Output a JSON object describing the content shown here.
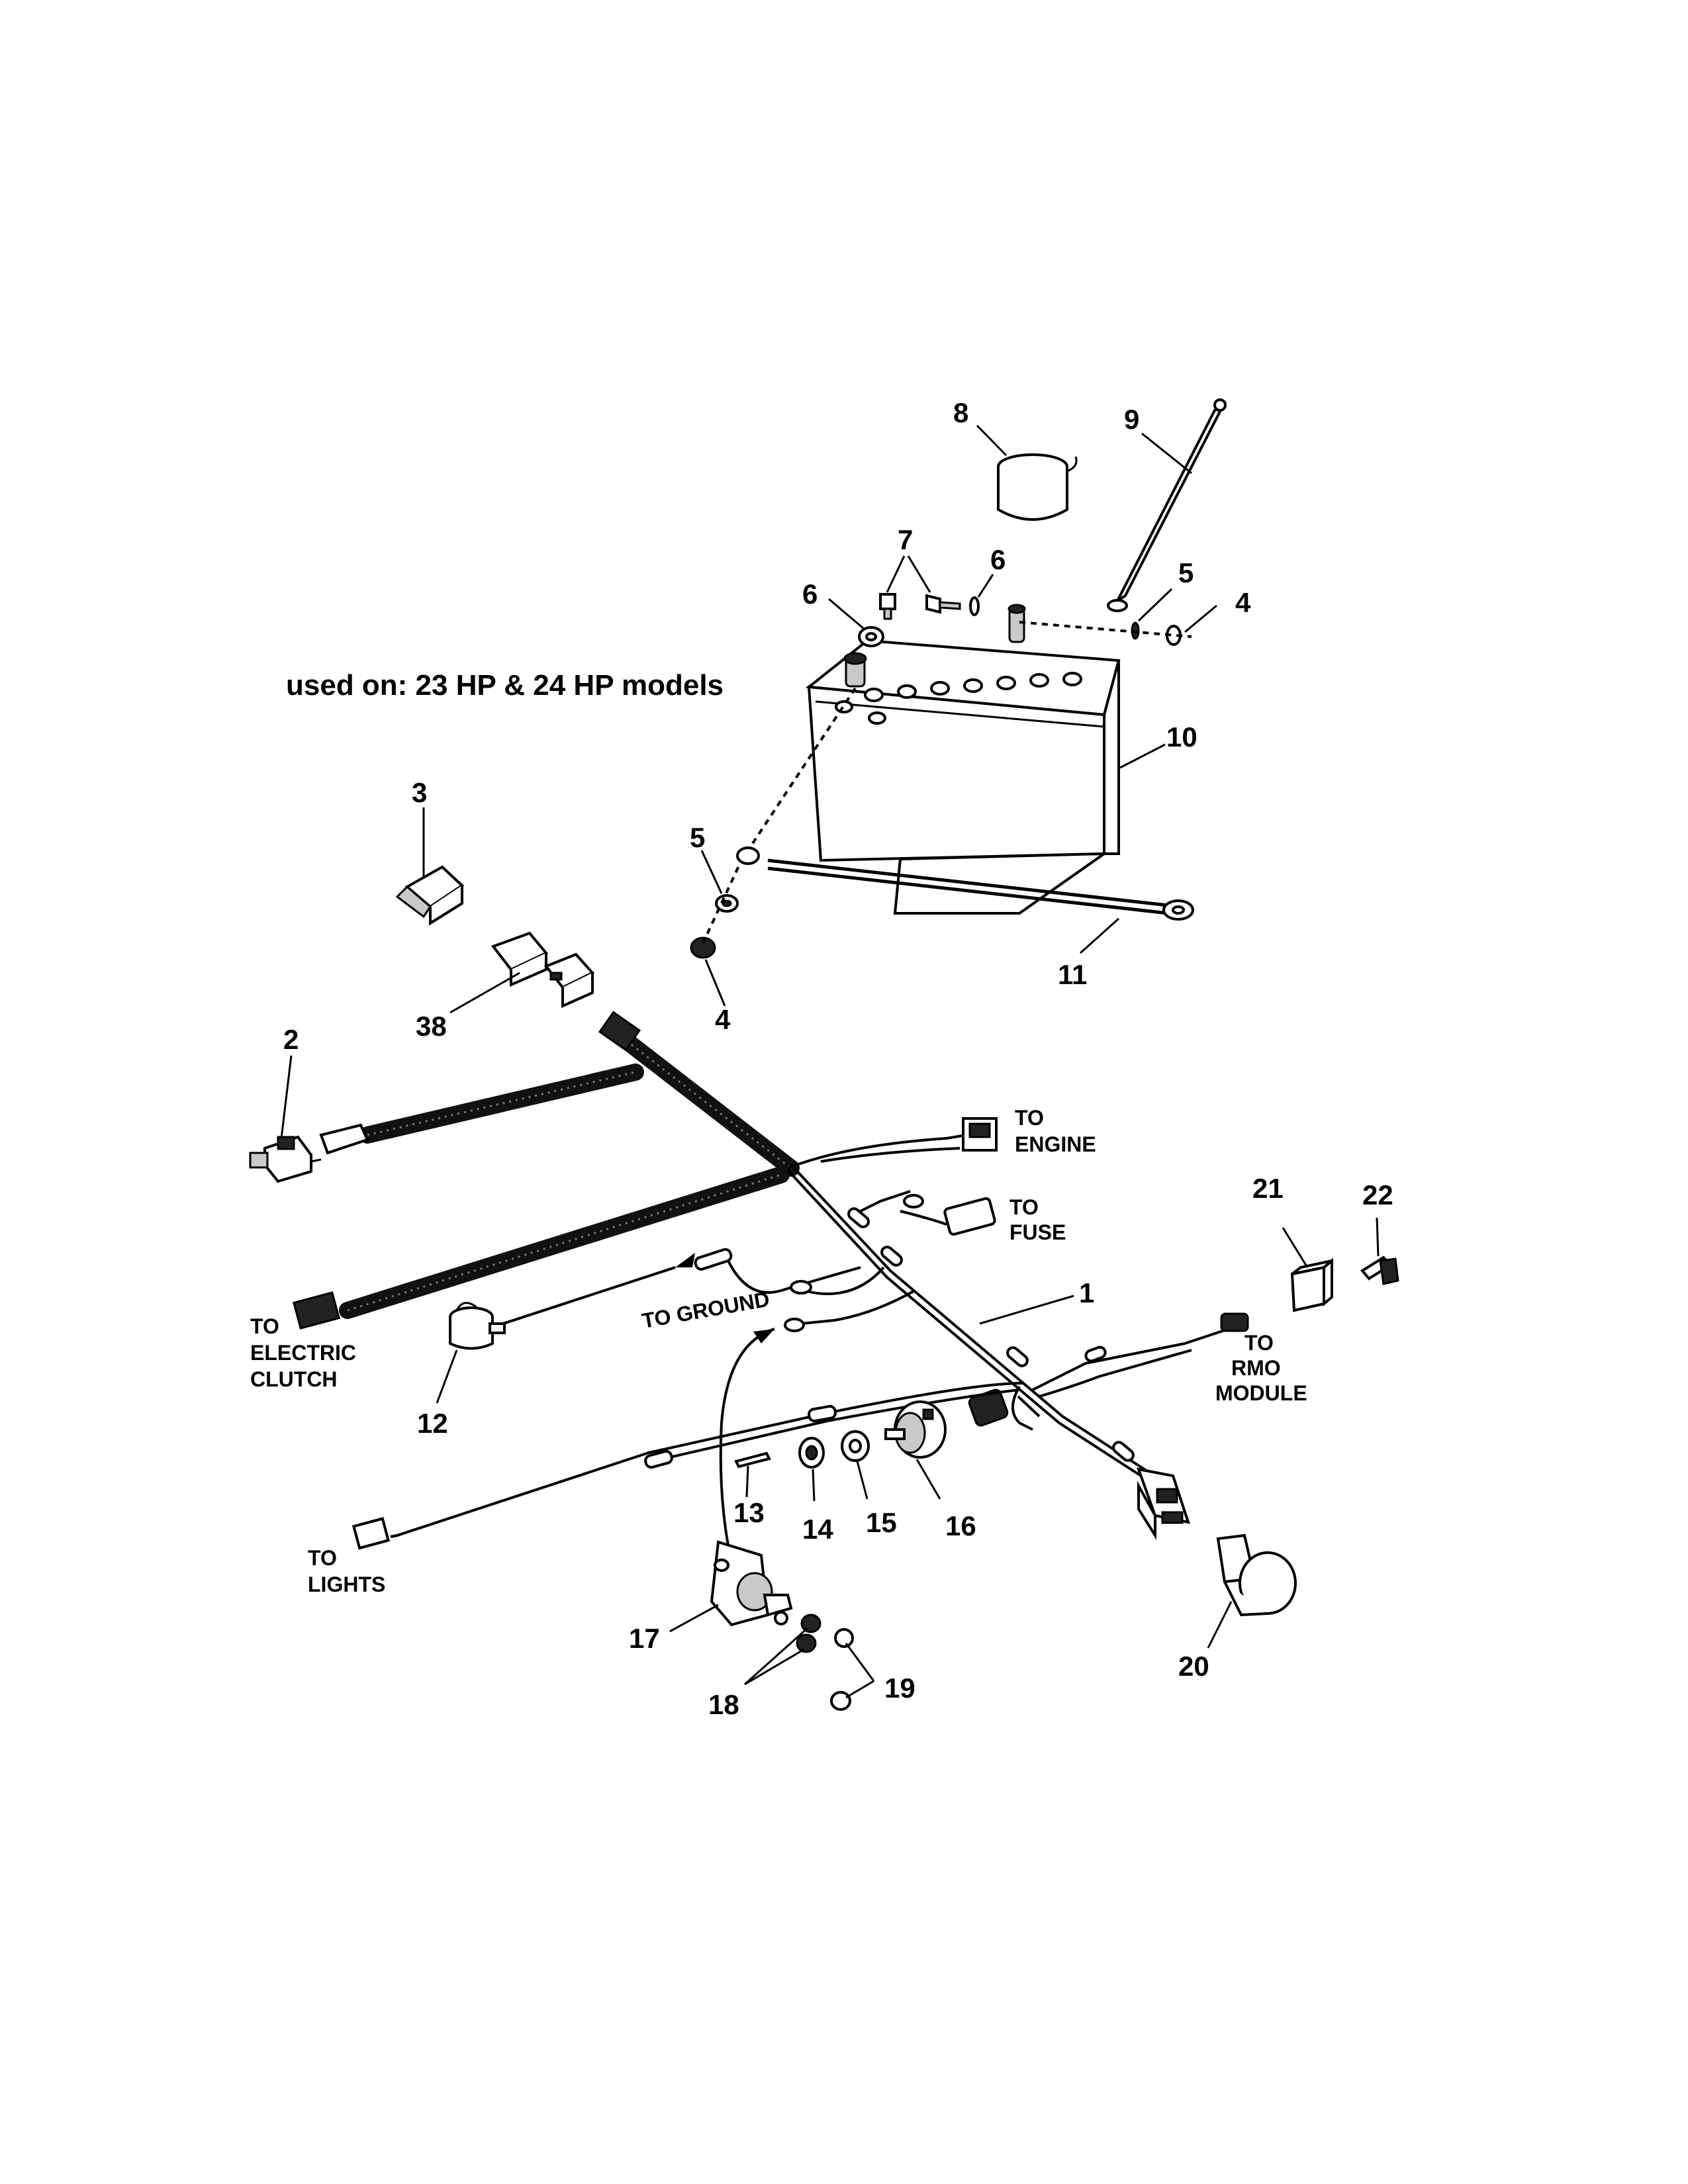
{
  "subtitle": "used on: 23 HP & 24 HP models",
  "callouts": {
    "c1": "1",
    "c2": "2",
    "c3": "3",
    "c4a": "4",
    "c4b": "4",
    "c5a": "5",
    "c5b": "5",
    "c6a": "6",
    "c6b": "6",
    "c7": "7",
    "c8": "8",
    "c9": "9",
    "c10": "10",
    "c11": "11",
    "c12": "12",
    "c13": "13",
    "c14": "14",
    "c15": "15",
    "c16": "16",
    "c17": "17",
    "c18": "18",
    "c19": "19",
    "c20": "20",
    "c21": "21",
    "c22": "22",
    "c38": "38"
  },
  "destinations": {
    "engine": [
      "TO",
      "ENGINE"
    ],
    "fuse": [
      "TO",
      "FUSE"
    ],
    "ground": "TO GROUND",
    "electric_clutch": [
      "TO",
      "ELECTRIC",
      "CLUTCH"
    ],
    "rmo_module": [
      "TO",
      "RMO",
      "MODULE"
    ],
    "lights": [
      "TO",
      "LIGHTS"
    ]
  },
  "icons": {
    "battery": "battery-icon",
    "wire_harness": "wire-harness-icon",
    "ignition_switch": "ignition-switch-icon",
    "solenoid": "solenoid-icon",
    "push_button": "push-button-icon"
  }
}
